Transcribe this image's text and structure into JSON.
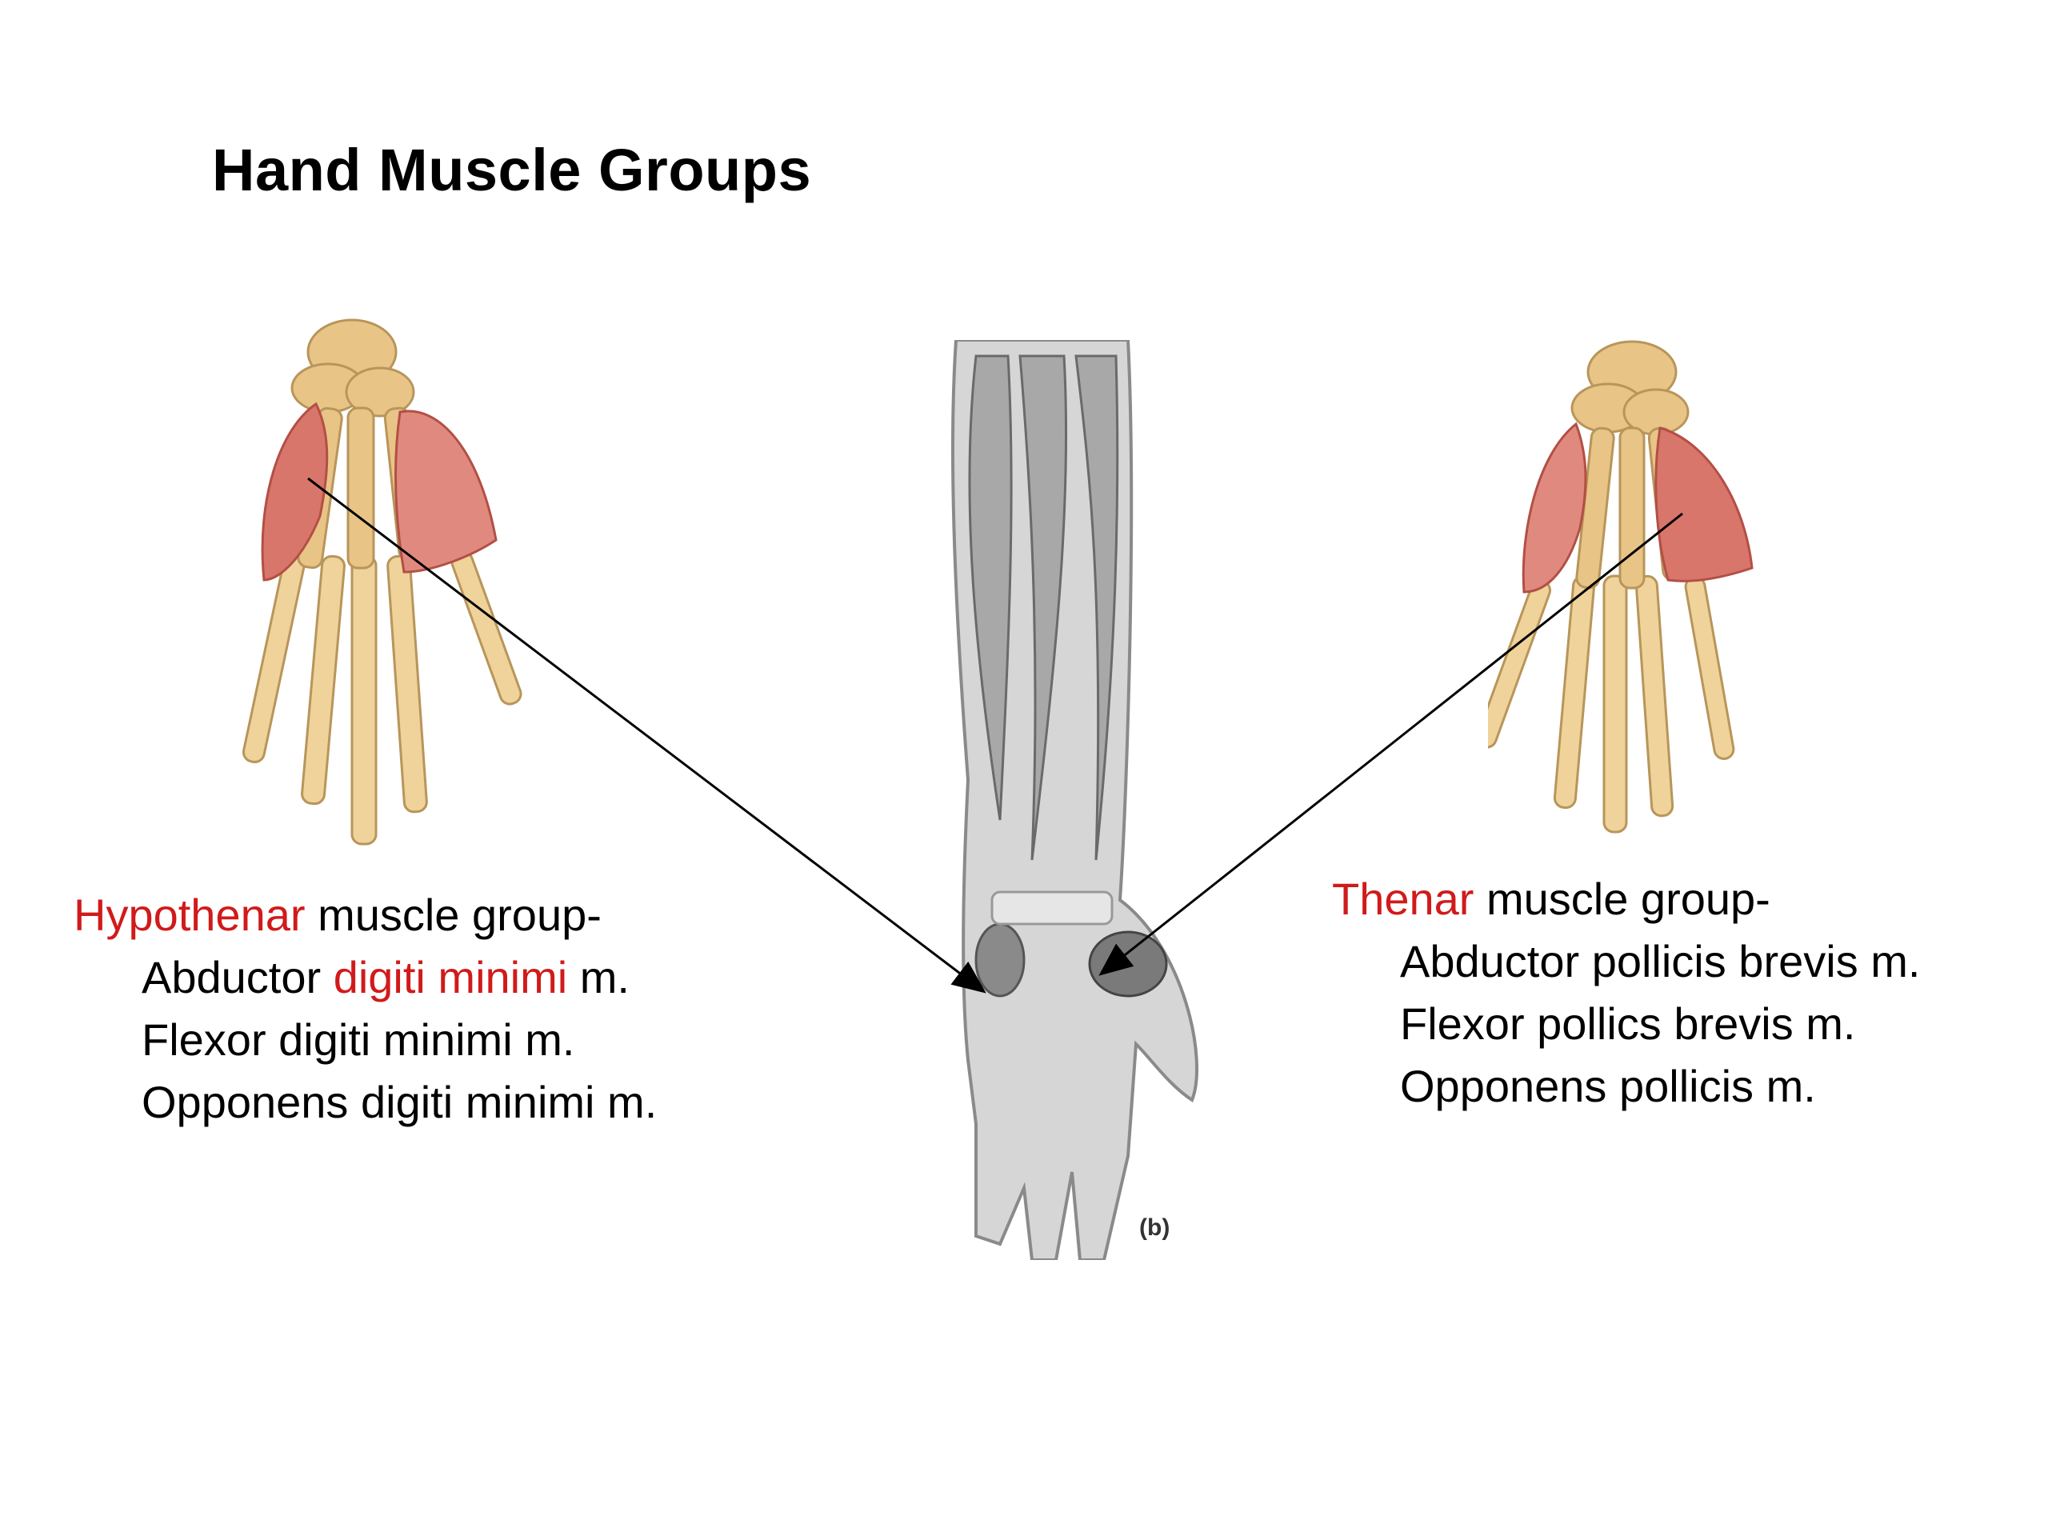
{
  "title": "Hand Muscle Groups",
  "hypothenar": {
    "group_name": "Hypothenar",
    "group_suffix": " muscle group-",
    "line1_prefix": "Abductor ",
    "line1_highlight": "digiti minimi",
    "line1_suffix": " m.",
    "line2": "Flexor digiti minimi m.",
    "line3": "Opponens digiti minimi m."
  },
  "thenar": {
    "group_name": "Thenar",
    "group_suffix": " muscle group-",
    "line1": "Abductor pollicis brevis m.",
    "line2": "Flexor pollics brevis m.",
    "line3": "Opponens pollicis m."
  },
  "figure_tag": "(b)",
  "colors": {
    "highlight": "#d11a1a",
    "muscle": "#d9766b",
    "bone": "#e8c487",
    "forearm": "#cfcfcf"
  }
}
